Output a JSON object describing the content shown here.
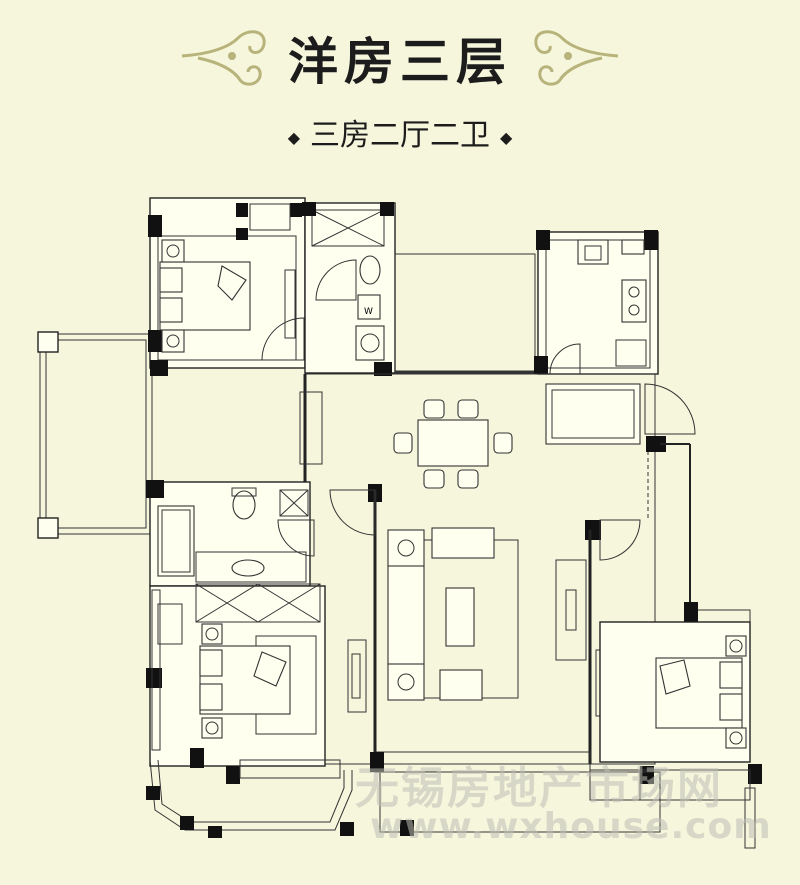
{
  "title": "洋房三层",
  "subtitle": "三房二厅二卫",
  "watermark": {
    "line1": "无锡房地产市场网",
    "line2": "www.wxhouse.com"
  },
  "colors": {
    "background": "#f6f6dd",
    "ornament": "#b7b37a",
    "wall": "#111111"
  },
  "plan": {
    "labels": {
      "washer": "W"
    }
  }
}
